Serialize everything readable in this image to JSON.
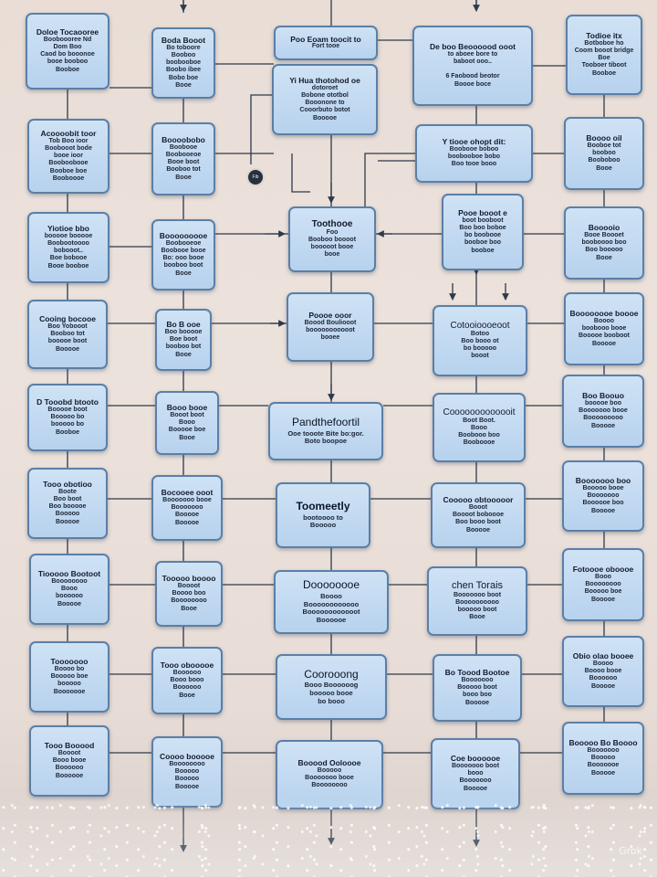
{
  "palette": {
    "node_fill": "#b7d2ee",
    "node_border": "#5b7fa6",
    "wire": "#2e3a4a",
    "background": "#ece2dc"
  },
  "badge_text": "Fib",
  "watermark": "Grok",
  "nodes": {
    "n1": {
      "title": "Doloe Tocaooree",
      "body": "Booboooree Nd\nDom Boo\nCaod bo booonoe\nbooe booboo\nBooboe"
    },
    "n2": {
      "title": "Boda Booot",
      "body": "Bo toboore\nBooboo\nboobooboe\nBoobo ibee\nBobo boe\nBooe"
    },
    "n3": {
      "title": "Poo Eoam toocit to",
      "body": "Fort tooe"
    },
    "n4": {
      "title": "Yi Hua thotohod oe",
      "body": "dotoroet\nBobone ototbol\nBooonone to\nCooorbuto botot\nBooooe"
    },
    "n5": {
      "title": "De boo Beoooood ooot",
      "body": "to aboee bore to\nbaboot ooo..\n\n6 Faobood beotor\nBoooe boce"
    },
    "n6": {
      "title": "Todioe itx",
      "body": "Botboboe ho\nCoom booot bridge\nBoe\nTooboer tiboot\nBooboe"
    },
    "n7": {
      "title": "Acoooobit toor",
      "body": "Tob Boo ioor\nBoobooot bode\nbooe ioor\nBooboobooe\nBooboe boe\nBooboooe"
    },
    "n8": {
      "title": "Boooobobo",
      "body": "Boobooe\nBoobooeoe\nBooe boot\nBooboo tot\nBooe"
    },
    "n9": {
      "title": "Y tiooe ohopt dit:",
      "body": "Boobooe boboo\nboobooboe bobo\nBoo tooe booo"
    },
    "n10": {
      "title": "Boooo oil",
      "body": "Booboe tot\nbooboo\nBooboboo\nBooe"
    },
    "n11": {
      "title": "Yiotioe bbo",
      "body": "booooe booooe\nBoobootoooo\nbobooot..\nBoe bobooe\nBooe booboe"
    },
    "n12": {
      "title": "Booooooooe",
      "body": "Boobooeoe\nBoobooe booe\nBo: ooo booe\nbooboo boot\nBooe"
    },
    "n13": {
      "title": "Toothooe",
      "body": "Foo\nBooboo boooot\nbooooot booe\nbooe"
    },
    "n14": {
      "title": "Pooe booot e",
      "body": "boot booboot\nBoo boo boboe\nbo boobooe\nbooboe boo\nbooboe"
    },
    "n15": {
      "title": "Booooio",
      "body": "Booe Boooet\nbooboooo boo\nBoo booooo\nBooe"
    },
    "n16": {
      "title": "Cooing bocooe",
      "body": "Boo Yobooot\nBooboo tot\nbooooe boot\nBooooe"
    },
    "n17": {
      "title": "Bo B ooe",
      "body": "Boo booooe\nBoe boot\nbooboo bot\nBooe"
    },
    "n18": {
      "title": "Poooe ooor",
      "body": "Boood Bouliooot\nbooooooooooot\nbooee"
    },
    "n19": {
      "title": "Cotooioooeoot",
      "body": "Botoo\nBoo booo ot\nbo booooo\nbooot"
    },
    "n20": {
      "title": "Boooooooe boooe",
      "body": "Boooo\nboobooo booe\nBooooe booboot\nBooooe"
    },
    "n21": {
      "title": "D Tooobd btooto",
      "body": "Booooe boot\nBooooo bo\nbooooo bo\nBooboe"
    },
    "n22": {
      "title": "Booo booe",
      "body": "Booot boot\nBooo\nBooooe boe\nBooe"
    },
    "n23": {
      "title": "Pandthefoortil",
      "body": "Ooe tooote Bite bo:gor.\nBoto boopoe"
    },
    "n24": {
      "title": "Cooooooooooooit",
      "body": "Boot Boot.\nBooo\nBoobooo boo\nBooboooe"
    },
    "n25": {
      "title": "Boo Boouo",
      "body": "booooe boo\nBooooooo booe\nBooooooooo\nBooooe"
    },
    "n26": {
      "title": "Tooo obotioo",
      "body": "Boote\nBoo boot\nBoo booooe\nBooooo\nBooooe"
    },
    "n27": {
      "title": "Bocooee ooot",
      "body": "Booooooo booe\nBooooooo\nBooooe\nBooooe"
    },
    "n28": {
      "title": "Toomeetly",
      "body": "bootoooo to\nBooooo"
    },
    "n29": {
      "title": "Cooooo obtooooor",
      "body": "Booot\nBoooot boboooe\nBoo booo boot\nBooooe"
    },
    "n30": {
      "title": "Booooooo boo",
      "body": "Booooo booe\nBooooooo\nBoooooe boo\nBooooe"
    },
    "n31": {
      "title": "Tiooooo Bootoot",
      "body": "Boooooooo\nBooo\nboooooo\nBooooe"
    },
    "n32": {
      "title": "Tooooo boooo",
      "body": "Boooot\nBoooo boo\nBoooooooo\nBooe"
    },
    "n33": {
      "title": "Doooooooe",
      "body": "Boooo\nBoooooooooooo\nBoooooooooooot\nBoooooe"
    },
    "n34": {
      "title": "chen Torais",
      "body": "Booooooo boot\nBoooooooooo\nbooooo boot\nBooe"
    },
    "n35": {
      "title": "Fotoooe oboooe",
      "body": "Booo\nBoooooooo\nBooooo boe\nBooooe"
    },
    "n36": {
      "title": "Tooooooo",
      "body": "Boooo bo\nBooooo boe\nbooooo\nBooooooe"
    },
    "n37": {
      "title": "Tooo obooooe",
      "body": "Boooooo\nBooo booo\nBoooooo\nBooe"
    },
    "n38": {
      "title": "Coorooong",
      "body": "Booo Boooooog\nbooooo booe\nbo booo"
    },
    "n39": {
      "title": "Bo Toood Bootoe",
      "body": "Booooooo\nBooooo boot\nbooo boo\nBooooe"
    },
    "n40": {
      "title": "Obio olao booee",
      "body": "Boooo\nBoooo booe\nBoooooo\nBooooe"
    },
    "n41": {
      "title": "Tooo Booood",
      "body": "Boooot\nBooo booe\nBoooooo\nBoooooe"
    },
    "n42": {
      "title": "Coooo booooe",
      "body": "Boooooooo\nBooooo\nBooooo\nBooooe"
    },
    "n43": {
      "title": "Booood Ooloooe",
      "body": "Booooo\nBooooooo booe\nBoooooooo"
    },
    "n44": {
      "title": "Coe boooooe",
      "body": "Booooooo boot\nbooo\nBooooooo\nBooooe"
    },
    "n45": {
      "title": "Booooo Bo Boooo",
      "body": "Booooooo\nBooooo\nBooooooe\nBooooe"
    }
  }
}
